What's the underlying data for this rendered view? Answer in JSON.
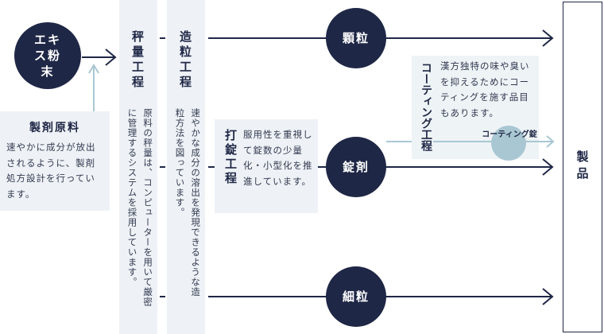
{
  "source": {
    "label": "エキス粉末"
  },
  "raw_material": {
    "title": "製剤原料",
    "text": "速やかに成分が放出されるように、製剤処方設計を行っています。"
  },
  "weighing": {
    "title": "秤量工程",
    "text": "原料の秤量は、コンピューターを用いて厳密に管理するシステムを採用しています。"
  },
  "granulation": {
    "title": "造粒工程",
    "text": "速やかな成分の溶出を発現できるような造粒方法を図っています。"
  },
  "tableting": {
    "title": "打錠工程",
    "text": "服用性を重視して錠数の少量化・小型化を推進しています。"
  },
  "coating": {
    "title": "コーティング工程",
    "text": "漢方独特の味や臭いを抑えるためにコーティングを施す品目もあります。",
    "result": "コーティング錠"
  },
  "outputs": [
    "顆粒",
    "錠剤",
    "細粒"
  ],
  "product": {
    "label": "製品"
  },
  "colors": {
    "navy": "#1f2746",
    "panel": "#eef2f6",
    "accent": "#a9c7d3"
  }
}
